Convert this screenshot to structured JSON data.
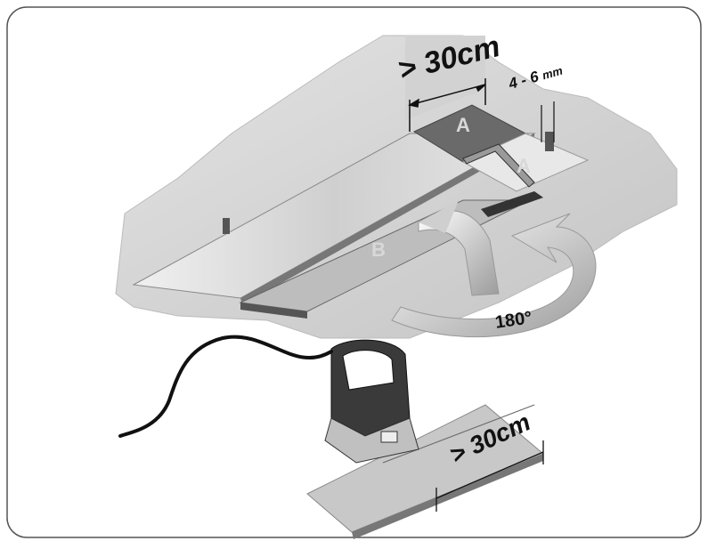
{
  "labels": {
    "dim_top": "> 30cm",
    "dim_gap_main": "4 - 6",
    "dim_gap_unit": "mm",
    "plank_a_1": "A",
    "plank_a_2": "A",
    "plank_b": "B",
    "rotation": "180°",
    "dim_bottom": "> 30cm"
  },
  "colors": {
    "frame_border": "#555555",
    "floor": "#c9c9c9",
    "plank_light": "#d9d9d9",
    "plank_dark": "#6a6a6a",
    "arrow": "#a9a9a9",
    "saw_body": "#3a3a3a",
    "cable": "#111111"
  },
  "icons": [
    "jigsaw-icon",
    "spacer-wedge-icon",
    "rotation-arrow-icon"
  ]
}
